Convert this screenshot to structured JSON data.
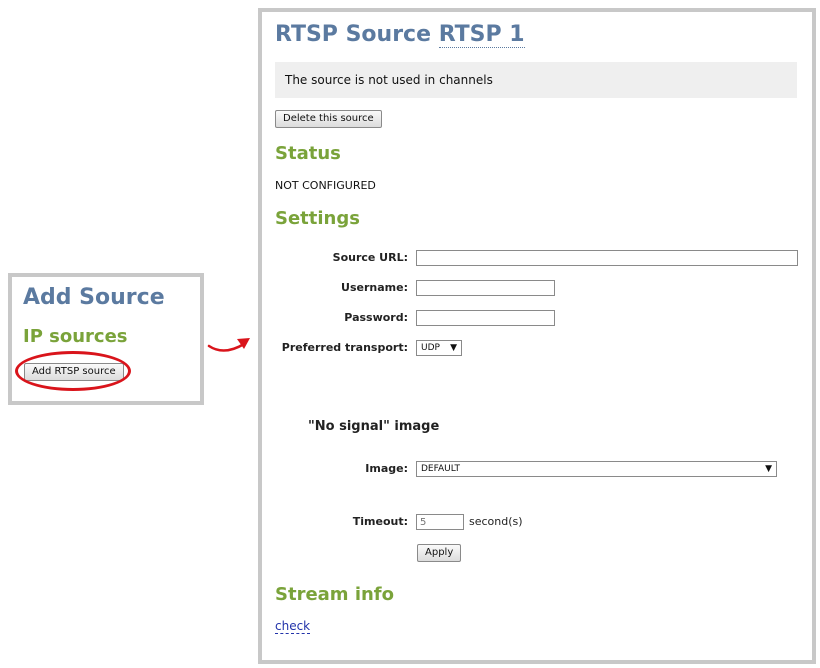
{
  "add_source_panel": {
    "title": "Add Source",
    "subtitle": "IP sources",
    "add_button_label": "Add RTSP source"
  },
  "source_panel": {
    "title_prefix": "RTSP Source",
    "title_name": "RTSP 1",
    "notice": "The source is not used in channels",
    "delete_button_label": "Delete this source",
    "status_heading": "Status",
    "status_value": "NOT CONFIGURED",
    "settings_heading": "Settings",
    "fields": {
      "source_url_label": "Source URL:",
      "source_url_value": "",
      "username_label": "Username:",
      "username_value": "",
      "password_label": "Password:",
      "password_value": "",
      "transport_label": "Preferred transport:",
      "transport_value": "UDP"
    },
    "no_signal": {
      "heading": "\"No signal\" image",
      "image_label": "Image:",
      "image_value": "DEFAULT",
      "timeout_label": "Timeout:",
      "timeout_placeholder": "5",
      "timeout_unit": "second(s)",
      "apply_button_label": "Apply"
    },
    "stream_info_heading": "Stream info",
    "check_link": "check"
  },
  "colors": {
    "title_blue": "#5b7aa0",
    "heading_green": "#7aa33a",
    "annotation_red": "#d9141b",
    "panel_border": "#c8c8c8"
  },
  "icons": {
    "annotation_arrow": "curved-arrow-right-icon",
    "dropdown_arrow": "triangle-down-icon"
  }
}
